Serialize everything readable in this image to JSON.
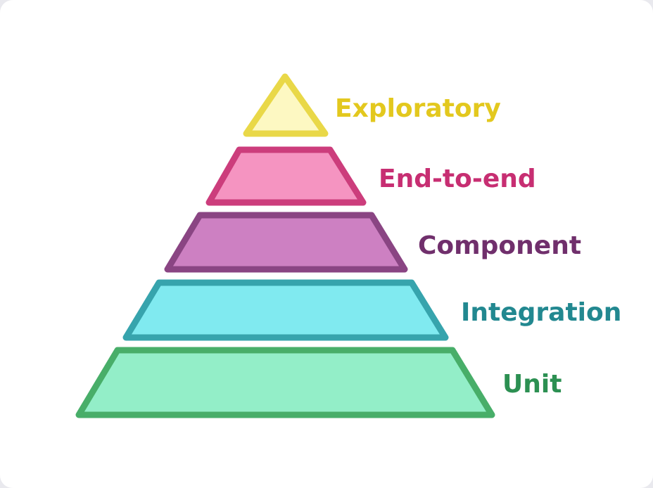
{
  "pyramid": {
    "tiers": [
      {
        "label": "Exploratory",
        "fill": "#fdf8c2",
        "stroke": "#e9d848",
        "text_color": "#e3c81e"
      },
      {
        "label": "End-to-end",
        "fill": "#f594c1",
        "stroke": "#cc3d7c",
        "text_color": "#c72e72"
      },
      {
        "label": "Component",
        "fill": "#cd80c2",
        "stroke": "#8a4583",
        "text_color": "#702f6c"
      },
      {
        "label": "Integration",
        "fill": "#80eaf0",
        "stroke": "#37a4ad",
        "text_color": "#228890"
      },
      {
        "label": "Unit",
        "fill": "#93eec8",
        "stroke": "#48ae69",
        "text_color": "#2c9052"
      }
    ]
  }
}
